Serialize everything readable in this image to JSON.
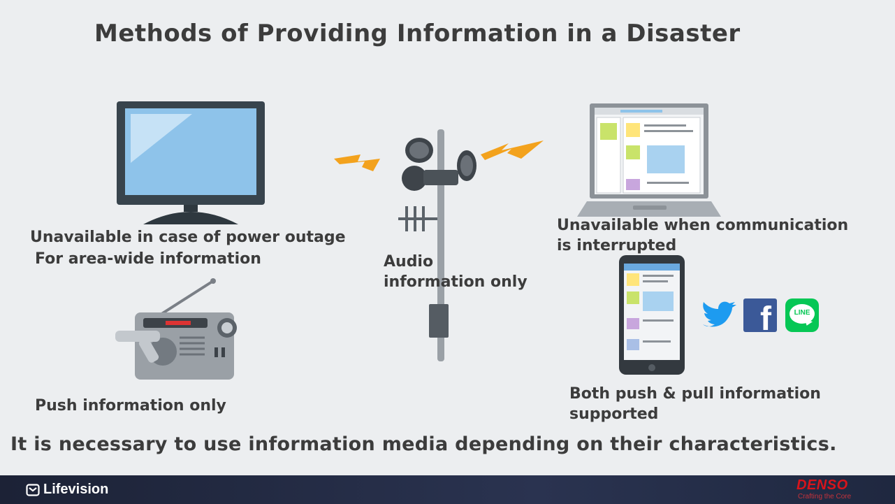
{
  "title": "Methods of Providing Information in a Disaster",
  "tv": {
    "line1": "Unavailable in case of power outage",
    "line2": "For area-wide information"
  },
  "radio": {
    "caption": "Push information only"
  },
  "siren": {
    "line1": "Audio",
    "line2": "information only"
  },
  "laptop": {
    "line1": "Unavailable when communication",
    "line2": "is interrupted"
  },
  "smartphone": {
    "line1": "Both push & pull information",
    "line2": "supported"
  },
  "social": [
    {
      "name": "Twitter",
      "icon": "twitter-bird-icon",
      "color": "#1d9bf0"
    },
    {
      "name": "Facebook",
      "icon": "facebook-icon",
      "color": "#3b5998",
      "glyph": "f"
    },
    {
      "name": "LINE",
      "icon": "line-icon",
      "color": "#06c755",
      "glyph": "LINE"
    }
  ],
  "summary": "It is necessary to use information media depending on their characteristics.",
  "footer": {
    "brand": "Lifevision",
    "company": "DENSO",
    "tagline": "Crafting the Core"
  },
  "colors": {
    "background": "#eceef0",
    "footer": "#1f2840",
    "denso": "#d8141b",
    "screen": "#8ec3ea"
  }
}
